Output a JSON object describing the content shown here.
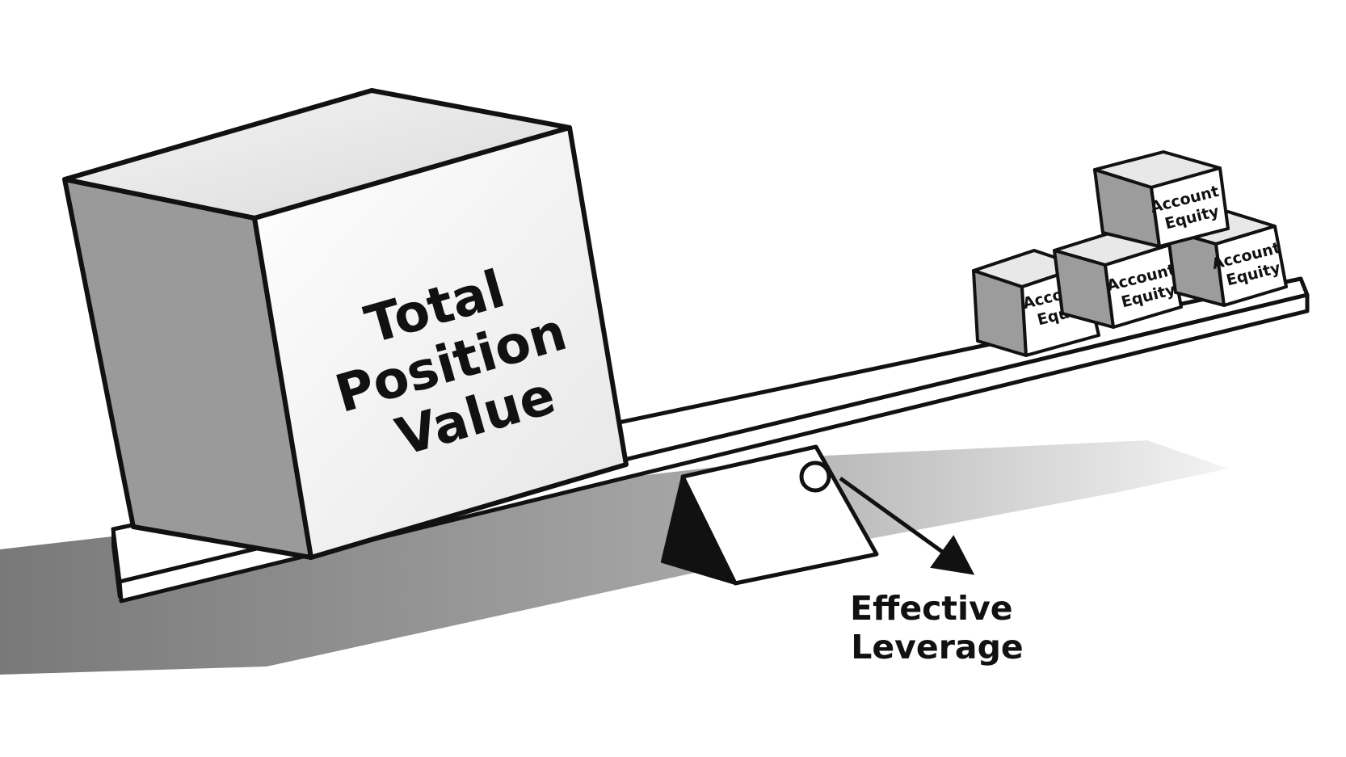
{
  "heavy_block": {
    "lines": [
      "Total",
      "Position",
      "Value"
    ]
  },
  "equity_blocks": [
    {
      "line1": "Account",
      "line2": "Equity"
    },
    {
      "line1": "Account",
      "line2": "Equity"
    },
    {
      "line1": "Account",
      "line2": "Equity"
    },
    {
      "line1": "Account",
      "line2": "Equity"
    }
  ],
  "caption": {
    "line1": "Effective",
    "line2": "Leverage"
  }
}
